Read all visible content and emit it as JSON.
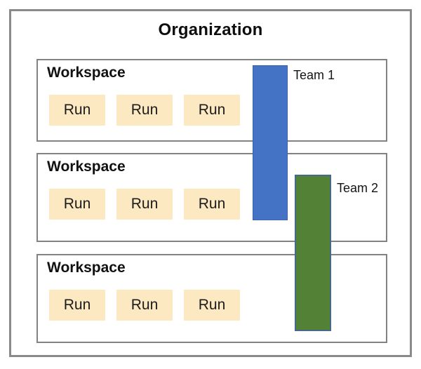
{
  "title": "Organization",
  "workspaces": [
    {
      "label": "Workspace",
      "runs": [
        "Run",
        "Run",
        "Run"
      ]
    },
    {
      "label": "Workspace",
      "runs": [
        "Run",
        "Run",
        "Run"
      ]
    },
    {
      "label": "Workspace",
      "runs": [
        "Run",
        "Run",
        "Run"
      ]
    }
  ],
  "teams": [
    {
      "label": "Team 1",
      "color": "#4472C4"
    },
    {
      "label": "Team 2",
      "color": "#538135"
    }
  ],
  "colors": {
    "run_fill": "#FCE9C2",
    "team1_bar": "#4472C4",
    "team2_bar": "#538135",
    "workspace_border": "#828282",
    "organization_border": "#8A8A8A",
    "background": "#FFFFFF"
  }
}
